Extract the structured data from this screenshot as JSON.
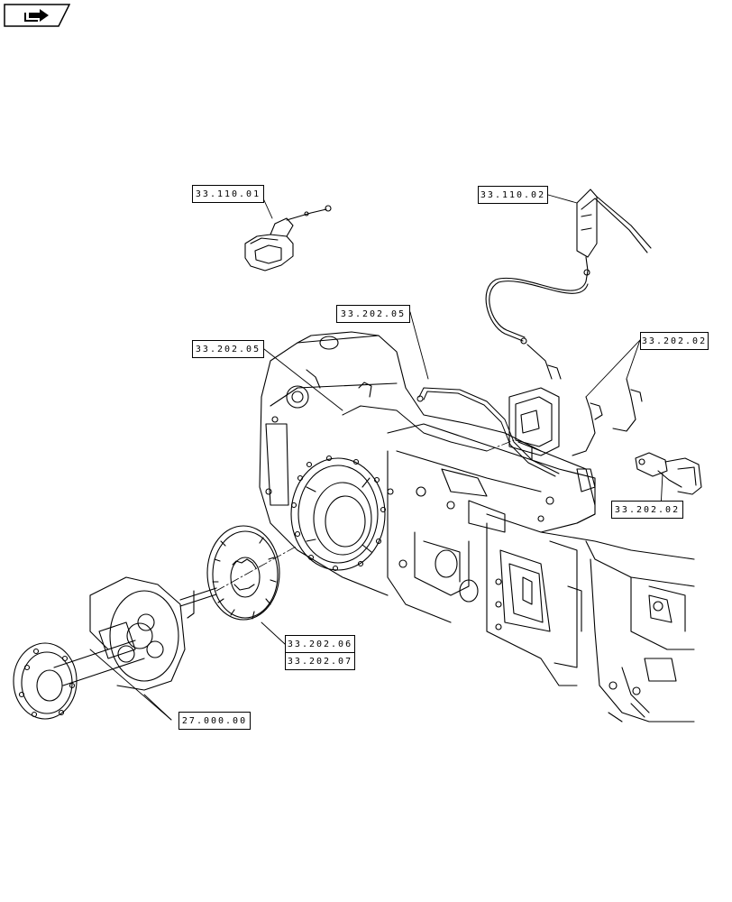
{
  "nav": {
    "icon": "forward-arrow-icon"
  },
  "callouts": {
    "c1": "33.110.01",
    "c2": "33.110.02",
    "c3": "33.202.05",
    "c4": "33.202.05",
    "c5": "33.202.02",
    "c6": "33.202.02",
    "c7": "33.202.06",
    "c8": "33.202.07",
    "c9": "27.000.00"
  },
  "colors": {
    "line": "#000000",
    "background": "#ffffff"
  }
}
